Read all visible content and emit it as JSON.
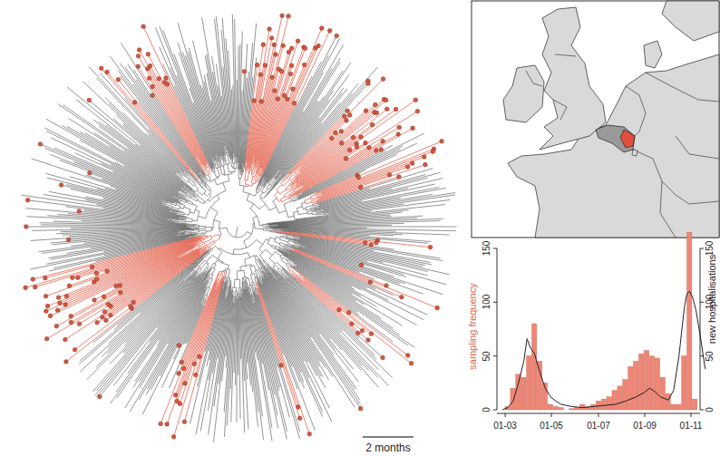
{
  "diagram": {
    "labels": [
      "2 months",
      "sampling frequency",
      "0",
      "50",
      "100",
      "150",
      "new hospitalisations",
      "0",
      "50",
      "100",
      "150",
      "01-03",
      "01-05",
      "01-07",
      "01-09",
      "01-11"
    ]
  }
}
